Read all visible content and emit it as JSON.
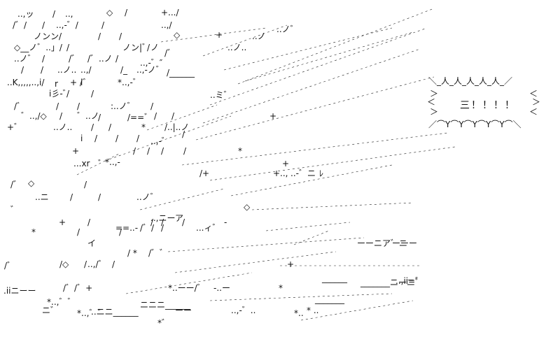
{
  "art": {
    "fragments": [
      "..,ッ",
      "/",
      "..,",
      "◇",
      "/",
      "+.../",
      "/゛/",
      "/",
      "..,-゛/",
      "/",
      "..,/",
      "ノンン/",
      "/",
      "/ ",
      "◇",
      "+",
      "..ノ",
      "..ノ゛",
      "◇__ノ゛..」/",
      "/",
      "ノン|゛ノ",
      "/",
      "/゛",
      "..ノ..",
      "..ノ゛",
      "/",
      "/゛",
      "/゛..ノ",
      "/",
      "..,-゛″",
      "/",
      "/",
      "..ノ..",
      "..,/",
      "/_",
      "..,-ノ゛",
      "/______",
      "..K,,,,,..,i/",
      "r",
      "+ /",
      "i゛",
      "*..,-゛",
      "i彡-゛",
      "/",
      "/",
      "..ミ゛",
      "/゛",
      "/",
      "/",
      ":..ノ゛",
      "/",
      "゛..,/◇",
      "/",
      "゛..ノ",
      "/",
      "/==゛",
      "/",
      "/",
      "+゛",
      "..ノ..",
      "/",
      "/",
      "*",
      "/..|..ノ",
      "/",
      "+",
      "i",
      "/",
      "/",
      "/",
      "..,-゛",
      "+",
      "/",
      "/",
      "/",
      "/",
      "*",
      "...xr",
      "゛",
      "*..,-",
      "+",
      "/゛",
      "◇",
      "/",
      "/+",
      "+..,",
      "..-゛ニ",
      "ﾚ",
      "..ニ",
      "/",
      "/",
      "..ノ゛",
      "゛",
      "◇",
      "+",
      "/",
      "/",
      "/",
      "/",
      "..,ニーア",
      "-",
      "*",
      "/",
      "/",
      "==..-",
      "/゛/",
      "/",
      "...ィ゛",
      "イ",
      "/ *",
      "/゛゛",
      "ーーニア゛ニ",
      "ーーー",
      "/゛",
      "/◇",
      "/",
      "..,/゛",
      "/",
      "+",
      ".iiニーー",
      "/゛/゛+",
      "*..ーー/゛",
      "-..ー",
      "..,ii=゛",
      "*..,゛゛",
      "..ニニ______",
      "*",
      "_______",
      "ニ゛",
      "*..,゛゛",
      "* ..",
      "..,-゛..",
      "*..",
      "*゛",
      "ニニニ______",
      "ーー",
      "______",
      "_______ニーニ゛"
    ],
    "bubble": {
      "top_border": "＼_人_人_人_人_人_／",
      "left_marks": [
        "＞",
        "＜",
        "＞"
      ],
      "right_marks": [
        "＜",
        "＞",
        "＜"
      ],
      "text": "三！！！！",
      "bottom_border": "／⌒Y⌒Y⌒Y⌒Y⌒Y⌒＼"
    }
  }
}
